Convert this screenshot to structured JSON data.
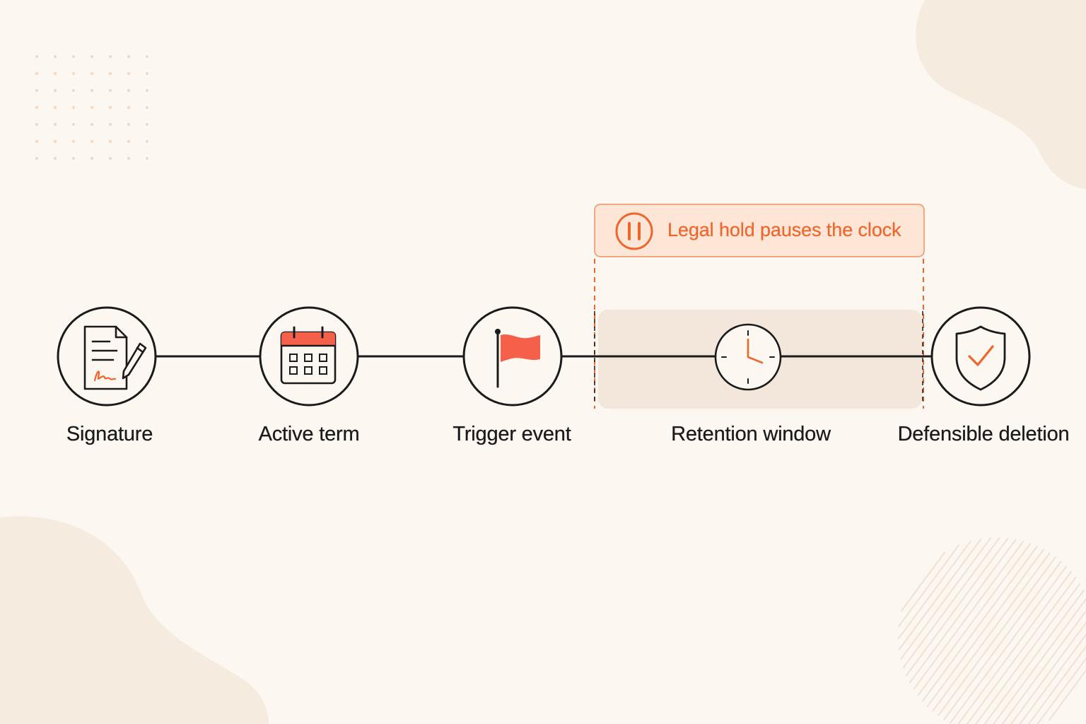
{
  "diagram": {
    "colors": {
      "background": "#fcf7f0",
      "accent": "#f0652c",
      "accent_fill": "#f5604a",
      "line": "#1b1b1b",
      "window_band": "#f3e7dc",
      "hold_fill": "#fde6d6",
      "blob": "#f5ebdf"
    },
    "legal_hold": {
      "label": "Legal hold pauses the clock",
      "icon": "pause-icon"
    },
    "stages": [
      {
        "id": "signature",
        "label": "Signature",
        "icon": "signed-document-icon"
      },
      {
        "id": "active-term",
        "label": "Active term",
        "icon": "calendar-icon"
      },
      {
        "id": "trigger-event",
        "label": "Trigger event",
        "icon": "flag-icon"
      },
      {
        "id": "retention-window",
        "label": "Retention window",
        "icon": "clock-icon"
      },
      {
        "id": "defensible-deletion",
        "label": "Defensible deletion",
        "icon": "shield-check-icon"
      }
    ]
  }
}
